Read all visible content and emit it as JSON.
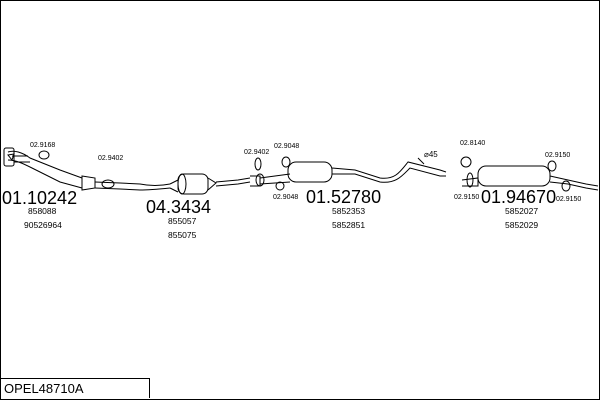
{
  "title": "OPEL48710A",
  "groups": [
    {
      "code": "01.10242",
      "refs": [
        "858088",
        "90526964"
      ]
    },
    {
      "code": "04.3434",
      "refs": [
        "855057",
        "855075"
      ]
    },
    {
      "code": "01.52780",
      "refs": [
        "5852353",
        "5852851"
      ]
    },
    {
      "code": "01.94670",
      "refs": [
        "5852027",
        "5852029"
      ]
    }
  ],
  "parts": {
    "p1": "02.9168",
    "p2": "02.9402",
    "p3": "02.9402",
    "p4": "02.9048",
    "p5": "02.9048",
    "p6": "02.8140",
    "p7": "02.9150",
    "p8": "02.9150",
    "p9": "02.9150"
  },
  "diameter": "⌀45"
}
